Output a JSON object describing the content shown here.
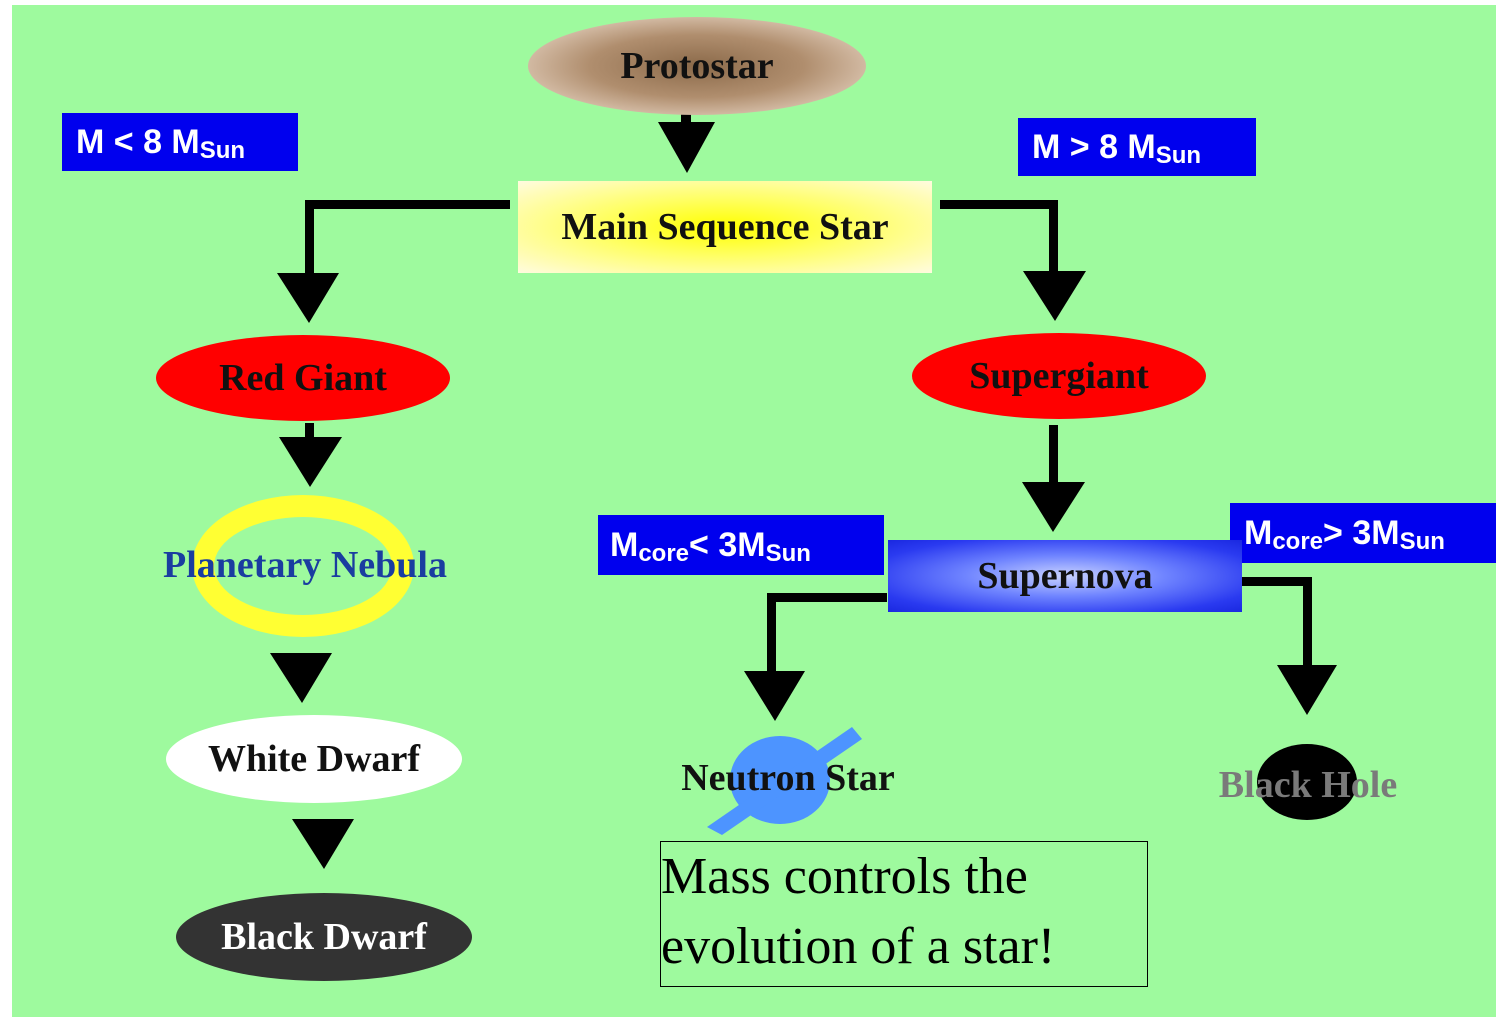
{
  "nodes": {
    "protostar": "Protostar",
    "main_sequence": "Main Sequence Star",
    "red_giant": "Red Giant",
    "planetary_nebula": "Planetary Nebula",
    "white_dwarf": "White Dwarf",
    "black_dwarf": "Black Dwarf",
    "supergiant": "Supergiant",
    "supernova": "Supernova",
    "neutron_star": "Neutron Star",
    "black_hole": "Black Hole"
  },
  "conditions": {
    "low_mass": {
      "main": "M < 8 M",
      "sub": "Sun"
    },
    "high_mass": {
      "main": "M > 8 M",
      "sub": "Sun"
    },
    "core_low": {
      "m": "M",
      "m_sub": "core",
      "rest": " < 3M",
      "rest_sub": "Sun"
    },
    "core_high": {
      "m": "M",
      "m_sub": "core",
      "rest": " > 3M",
      "rest_sub": "Sun"
    }
  },
  "caption": {
    "line1": "Mass controls the",
    "line2": "evolution of a star!"
  },
  "colors": {
    "background": "#9efa9e",
    "label_box": "#0000ee",
    "red_giant": "#ff0000",
    "supergiant": "#ff0000",
    "nebula_ring": "#ffff33",
    "neutron_star": "#4d94ff",
    "black_hole": "#000000",
    "black_dwarf": "#333333"
  }
}
